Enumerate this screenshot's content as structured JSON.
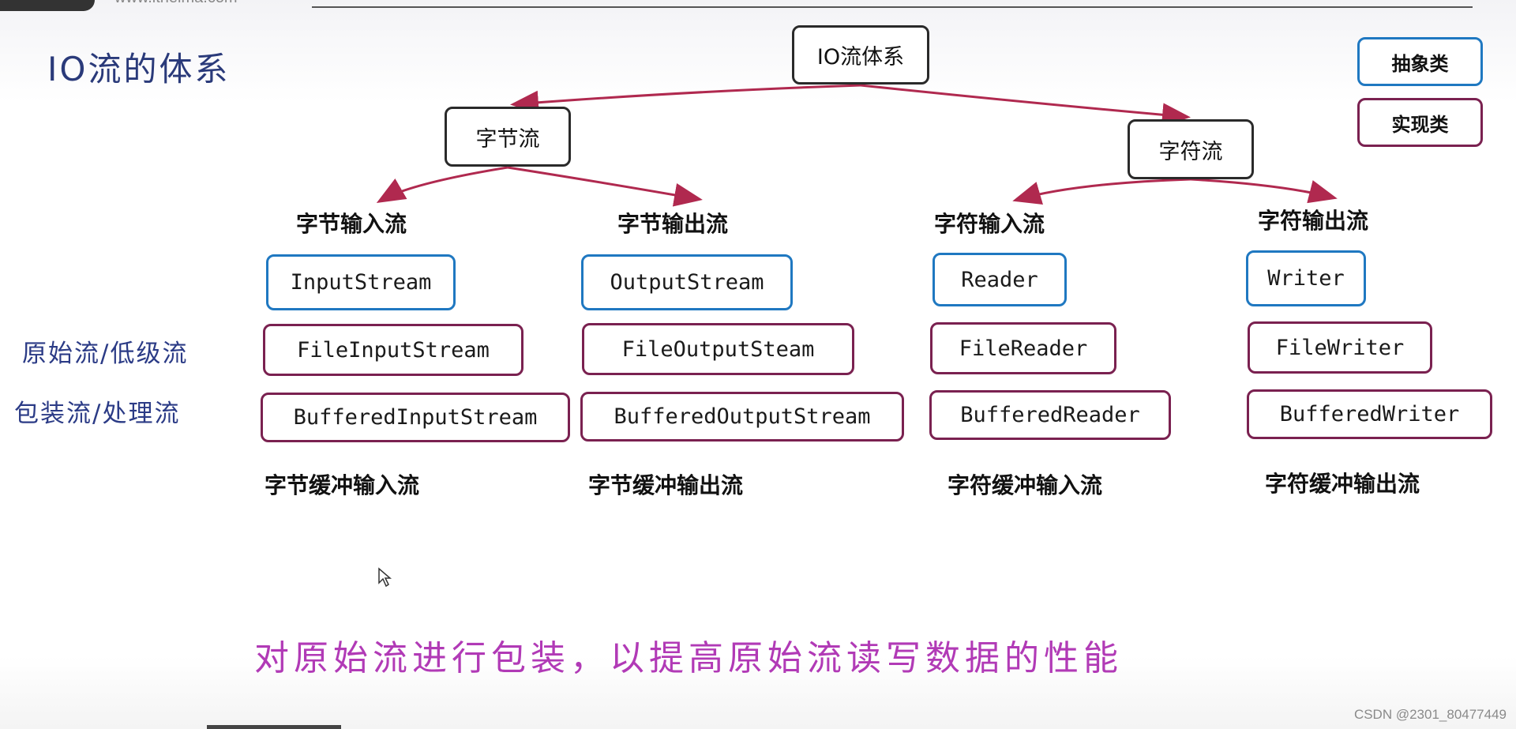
{
  "title": "IO流的体系",
  "top_url": "www.itheima.com",
  "root": "IO流体系",
  "legend": {
    "abstract": "抽象类",
    "impl": "实现类"
  },
  "categories": {
    "byte": "字节流",
    "char": "字符流"
  },
  "branches": [
    {
      "label": "字节输入流",
      "abstract": "InputStream",
      "basic": "FileInputStream",
      "buffered": "BufferedInputStream",
      "buffered_label": "字节缓冲输入流"
    },
    {
      "label": "字节输出流",
      "abstract": "OutputStream",
      "basic": "FileOutputSteam",
      "buffered": "BufferedOutputStream",
      "buffered_label": "字节缓冲输出流"
    },
    {
      "label": "字符输入流",
      "abstract": "Reader",
      "basic": "FileReader",
      "buffered": "BufferedReader",
      "buffered_label": "字符缓冲输入流"
    },
    {
      "label": "字符输出流",
      "abstract": "Writer",
      "basic": "FileWriter",
      "buffered": "BufferedWriter",
      "buffered_label": "字符缓冲输出流"
    }
  ],
  "row_labels": {
    "basic": "原始流/低级流",
    "buffered": "包装流/处理流"
  },
  "footnote": "对原始流进行包装，以提高原始流读写数据的性能",
  "watermark": "CSDN @2301_80477449",
  "colors": {
    "abstract_border": "#1f78c1",
    "impl_border": "#7a2150",
    "arrow": "#b0294f",
    "handwriting": "#b13ab6",
    "side_labels": "#2b3b86"
  }
}
